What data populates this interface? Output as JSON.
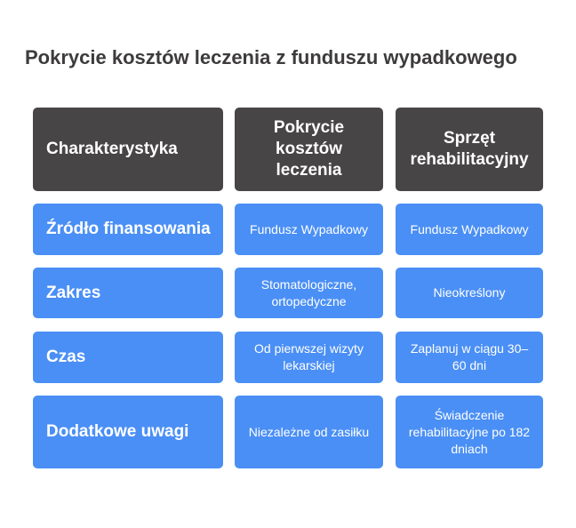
{
  "title": "Pokrycie kosztów leczenia z funduszu wypadkowego",
  "headers": [
    "Charakterystyka",
    "Pokrycie kosztów leczenia",
    "Sprzęt rehabilitacyjny"
  ],
  "rows": [
    {
      "label": "Źródło finansowania",
      "col1": "Fundusz Wypadkowy",
      "col2": "Fundusz Wypadkowy"
    },
    {
      "label": "Zakres",
      "col1": "Stomatologiczne, ortopedyczne",
      "col2": "Nieokreślony"
    },
    {
      "label": "Czas",
      "col1": "Od pierwszej wizyty lekarskiej",
      "col2": "Zaplanuj w ciągu 30–60 dni"
    },
    {
      "label": "Dodatkowe uwagi",
      "col1": "Niezależne od zasiłku",
      "col2": "Świadczenie rehabilitacyjne po 182 dniach"
    }
  ],
  "colors": {
    "header_bg": "#484546",
    "cell_bg": "#4a8ff5",
    "title": "#3d3b3c"
  }
}
